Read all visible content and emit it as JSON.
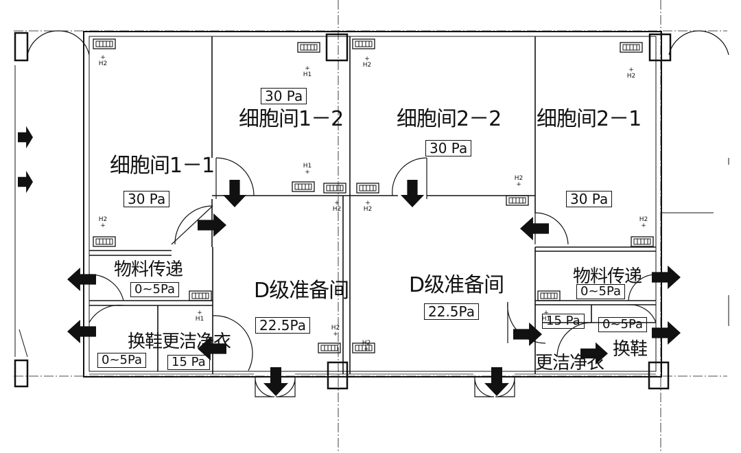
{
  "rooms": {
    "cell_1_1": "细胞间1－1",
    "cell_1_2": "细胞间1－2",
    "cell_2_2": "细胞间2－2",
    "cell_2_1": "细胞间2－1",
    "transfer_left": "物料传递",
    "transfer_right": "物料传递",
    "shoe_left": "换鞋更洁净衣",
    "prep_left": "D级准备间",
    "prep_right": "D级准备间",
    "clean_right": "更洁净衣",
    "shoe_right": "换鞋"
  },
  "pressures": {
    "cell_1_1": "30 Pa",
    "cell_1_2": "30 Pa",
    "cell_2_2": "30 Pa",
    "cell_2_1": "30 Pa",
    "prep_left": "22.5Pa",
    "prep_right": "22.5Pa",
    "transfer_left": "0~5Pa",
    "transfer_right": "0~5Pa",
    "shoe_left": "0~5Pa",
    "clean_left": "15 Pa",
    "clean_right": "15 Pa",
    "shoe_right": "0~5Pa"
  },
  "markers": {
    "h1": "H1",
    "h2": "H2"
  },
  "colors": {
    "line": "#111111",
    "background": "#ffffff"
  }
}
